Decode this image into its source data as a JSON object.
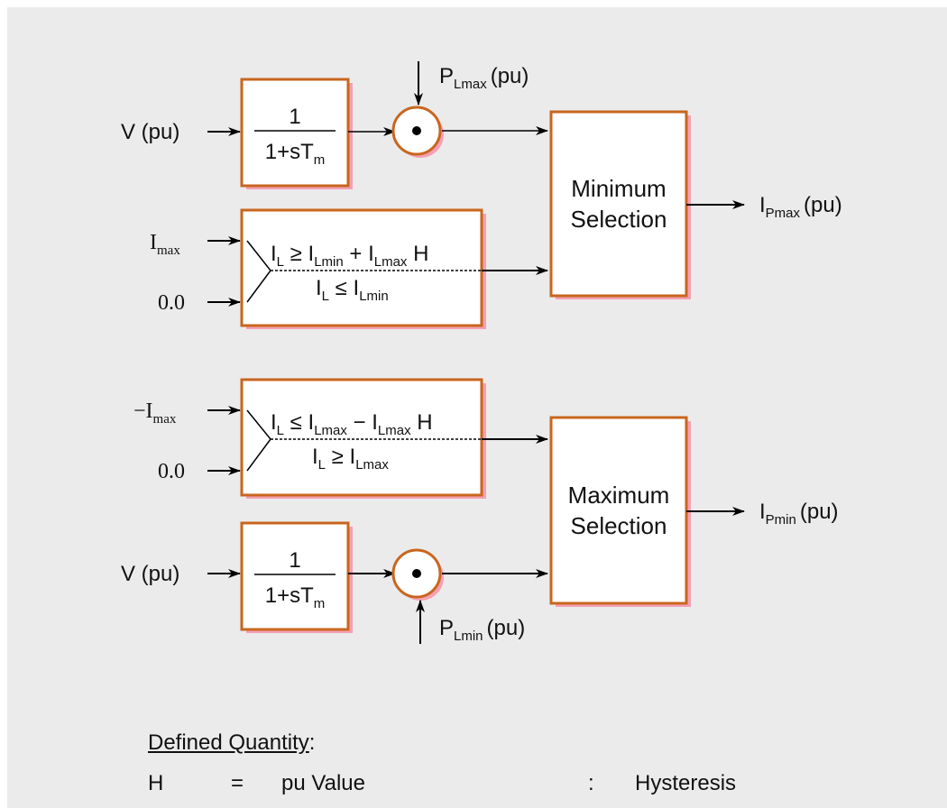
{
  "diagram": {
    "inputs": {
      "v_top": "V (pu)",
      "imax": "max",
      "imax_main": "I",
      "zero_top": "0.0",
      "neg_imax_prefix": "−I",
      "neg_imax_sub": "max",
      "zero_bottom": "0.0",
      "v_bottom": "V (pu)"
    },
    "lag_block": {
      "numerator": "1",
      "denominator_main": "1+sT",
      "denominator_sub": "m"
    },
    "multiplier_inputs": {
      "top_main": "P",
      "top_sub": "Lmax",
      "top_unit": "(pu)",
      "bottom_main": "P",
      "bottom_sub": "Lmin",
      "bottom_unit": "(pu)"
    },
    "switch_top": {
      "cond1_parts": [
        "I",
        "L",
        " ≥ I",
        "Lmin",
        " + I",
        "Lmax",
        " H"
      ],
      "cond2_parts": [
        "I",
        "L",
        " ≤ I",
        "Lmin"
      ]
    },
    "switch_bottom": {
      "cond1_parts": [
        "I",
        "L",
        " ≤ I",
        "Lmax",
        " − I",
        "Lmax",
        " H"
      ],
      "cond2_parts": [
        "I",
        "L",
        " ≥ I",
        "Lmax"
      ]
    },
    "min_block": {
      "line1": "Minimum",
      "line2": "Selection"
    },
    "max_block": {
      "line1": "Maximum",
      "line2": "Selection"
    },
    "outputs": {
      "top_main": "I",
      "top_sub": "Pmax",
      "top_unit": "(pu)",
      "bottom_main": "I",
      "bottom_sub": "Pmin",
      "bottom_unit": "(pu)"
    }
  },
  "legend": {
    "heading": "Defined Quantity",
    "heading_colon": ":",
    "rows": [
      {
        "symbol": "H",
        "equals": "=",
        "value": "pu Value",
        "colon": ":",
        "description": "Hysteresis"
      }
    ]
  }
}
